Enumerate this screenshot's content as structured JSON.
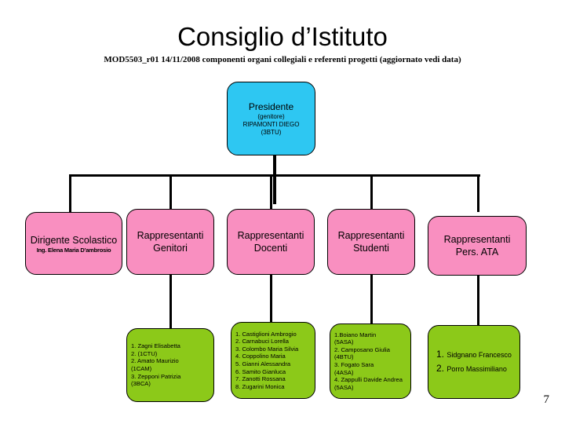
{
  "slide": {
    "title": "Consiglio d’Istituto",
    "subtitle": "MOD5503_r01 14/11/2008 componenti organi collegiali e referenti progetti (aggiornato vedi data)",
    "page_number": "7"
  },
  "colors": {
    "root_fill": "#2ec7f2",
    "level2_fill": "#f98fc0",
    "level3_fill": "#8cc919",
    "outline": "#000000",
    "background": "#ffffff"
  },
  "root": {
    "title": "Presidente",
    "role": "(genitore)",
    "name": "RIPAMONTI DIEGO",
    "class": "(3BTU)"
  },
  "level2": [
    {
      "title": "Dirigente Scolastico",
      "subtitle": "Ing. Elena Maria D'ambrosio"
    },
    {
      "title_line1": "Rappresentanti",
      "title_line2": "Genitori"
    },
    {
      "title_line1": "Rappresentanti",
      "title_line2": "Docenti"
    },
    {
      "title_line1": "Rappresentanti",
      "title_line2": "Studenti"
    },
    {
      "title_line1": "Rappresentanti",
      "title_line2": "Pers. ATA"
    }
  ],
  "genitori_list": [
    "1.  Zagni Elisabetta",
    "2.  (1CTU)",
    "2. Amato Maurizio",
    "(1CAM)",
    "3. Zepponi Patrizia",
    "(3BCA)"
  ],
  "docenti_list": [
    "1. Castiglioni Ambrogio",
    "2. Carnabuci Lorella",
    "3. Colombo Maria Silvia",
    "4. Coppolino Maria",
    "5. Gianni Alessandra",
    "6. Samito Gianluca",
    "7. Zanotti  Rossana",
    "8. Zugarini Monica"
  ],
  "studenti_list": [
    "1.Boiano Martin",
    " (5ASA)",
    "2. Camposano Giulia",
    "(4BTU)",
    "3. Fogato Sara",
    "(4ASA)",
    "4. Zappulli Davide Andrea",
    " (5ASA)"
  ],
  "ata_list": [
    {
      "index": "1.",
      "name": "Sidgnano Francesco"
    },
    {
      "index": "2.",
      "name": "Porro Massimiliano"
    }
  ]
}
